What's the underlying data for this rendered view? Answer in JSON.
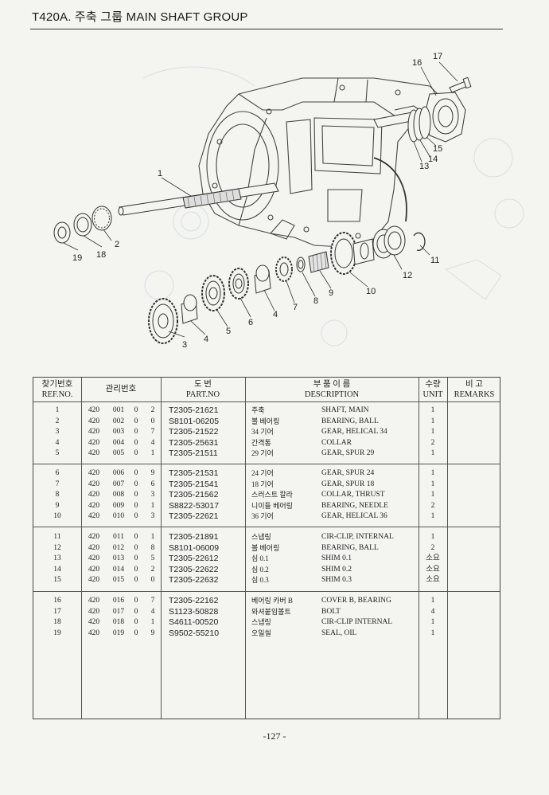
{
  "header": {
    "title": "T420A. 주축 그룹 MAIN SHAFT GROUP"
  },
  "diagram": {
    "callouts": [
      "1",
      "2",
      "3",
      "4",
      "5",
      "6",
      "7",
      "8",
      "9",
      "10",
      "11",
      "12",
      "13",
      "14",
      "15",
      "16",
      "17",
      "18",
      "19"
    ]
  },
  "table": {
    "headers": {
      "ref_kor": "찾기번호",
      "ref_eng": "REF.NO.",
      "mgmt_kor": "관리번호",
      "part_kor": "도 번",
      "part_eng": "PART.NO",
      "desc_kor": "부 품 이 름",
      "desc_eng": "DESCRIPTION",
      "unit_kor": "수량",
      "unit_eng": "UNIT",
      "remarks_kor": "비 고",
      "remarks_eng": "REMARKS"
    },
    "groups": [
      [
        {
          "ref": "1",
          "m1": "420",
          "m2": "001",
          "m3": "0",
          "m4": "2",
          "part": "T2305-21621",
          "kor": "주축",
          "desc": "SHAFT, MAIN",
          "unit": "1"
        },
        {
          "ref": "2",
          "m1": "420",
          "m2": "002",
          "m3": "0",
          "m4": "0",
          "part": "S8101-06205",
          "kor": "볼 베어링",
          "desc": "BEARING, BALL",
          "unit": "1"
        },
        {
          "ref": "3",
          "m1": "420",
          "m2": "003",
          "m3": "0",
          "m4": "7",
          "part": "T2305-21522",
          "kor": "34 기어",
          "desc": "GEAR, HELICAL 34",
          "unit": "1"
        },
        {
          "ref": "4",
          "m1": "420",
          "m2": "004",
          "m3": "0",
          "m4": "4",
          "part": "T2305-25631",
          "kor": "간격통",
          "desc": "COLLAR",
          "unit": "2"
        },
        {
          "ref": "5",
          "m1": "420",
          "m2": "005",
          "m3": "0",
          "m4": "1",
          "part": "T2305-21511",
          "kor": "29 기어",
          "desc": "GEAR, SPUR 29",
          "unit": "1"
        }
      ],
      [
        {
          "ref": "6",
          "m1": "420",
          "m2": "006",
          "m3": "0",
          "m4": "9",
          "part": "T2305-21531",
          "kor": "24 기어",
          "desc": "GEAR, SPUR 24",
          "unit": "1"
        },
        {
          "ref": "7",
          "m1": "420",
          "m2": "007",
          "m3": "0",
          "m4": "6",
          "part": "T2305-21541",
          "kor": "18 기어",
          "desc": "GEAR, SPUR 18",
          "unit": "1"
        },
        {
          "ref": "8",
          "m1": "420",
          "m2": "008",
          "m3": "0",
          "m4": "3",
          "part": "T2305-21562",
          "kor": "스러스트 칼라",
          "desc": "COLLAR, THRUST",
          "unit": "1"
        },
        {
          "ref": "9",
          "m1": "420",
          "m2": "009",
          "m3": "0",
          "m4": "1",
          "part": "S8822-53017",
          "kor": "니이들 베어링",
          "desc": "BEARING, NEEDLE",
          "unit": "2"
        },
        {
          "ref": "10",
          "m1": "420",
          "m2": "010",
          "m3": "0",
          "m4": "3",
          "part": "T2305-22621",
          "kor": "36 기어",
          "desc": "GEAR, HELICAL 36",
          "unit": "1"
        }
      ],
      [
        {
          "ref": "11",
          "m1": "420",
          "m2": "011",
          "m3": "0",
          "m4": "1",
          "part": "T2305-21891",
          "kor": "스냅링",
          "desc": "CIR-CLIP, INTERNAL",
          "unit": "1"
        },
        {
          "ref": "12",
          "m1": "420",
          "m2": "012",
          "m3": "0",
          "m4": "8",
          "part": "S8101-06009",
          "kor": "볼 베어링",
          "desc": "BEARING, BALL",
          "unit": "2"
        },
        {
          "ref": "13",
          "m1": "420",
          "m2": "013",
          "m3": "0",
          "m4": "5",
          "part": "T2305-22612",
          "kor": "심 0.1",
          "desc": "SHIM 0.1",
          "unit": "소요"
        },
        {
          "ref": "14",
          "m1": "420",
          "m2": "014",
          "m3": "0",
          "m4": "2",
          "part": "T2305-22622",
          "kor": "심 0.2",
          "desc": "SHIM 0.2",
          "unit": "소요"
        },
        {
          "ref": "15",
          "m1": "420",
          "m2": "015",
          "m3": "0",
          "m4": "0",
          "part": "T2305-22632",
          "kor": "심 0.3",
          "desc": "SHIM 0.3",
          "unit": "소요"
        }
      ],
      [
        {
          "ref": "16",
          "m1": "420",
          "m2": "016",
          "m3": "0",
          "m4": "7",
          "part": "T2305-22162",
          "kor": "베어링 카버 B",
          "desc": "COVER B, BEARING",
          "unit": "1"
        },
        {
          "ref": "17",
          "m1": "420",
          "m2": "017",
          "m3": "0",
          "m4": "4",
          "part": "S1123-50828",
          "kor": "와셔붙임볼트",
          "desc": "BOLT",
          "unit": "4"
        },
        {
          "ref": "18",
          "m1": "420",
          "m2": "018",
          "m3": "0",
          "m4": "1",
          "part": "S4611-00520",
          "kor": "스냅링",
          "desc": "CIR-CLIP INTERNAL",
          "unit": "1"
        },
        {
          "ref": "19",
          "m1": "420",
          "m2": "019",
          "m3": "0",
          "m4": "9",
          "part": "S9502-55210",
          "kor": "오일씰",
          "desc": "SEAL, OIL",
          "unit": "1"
        }
      ]
    ]
  },
  "footer": {
    "page_number": "-127 -"
  }
}
